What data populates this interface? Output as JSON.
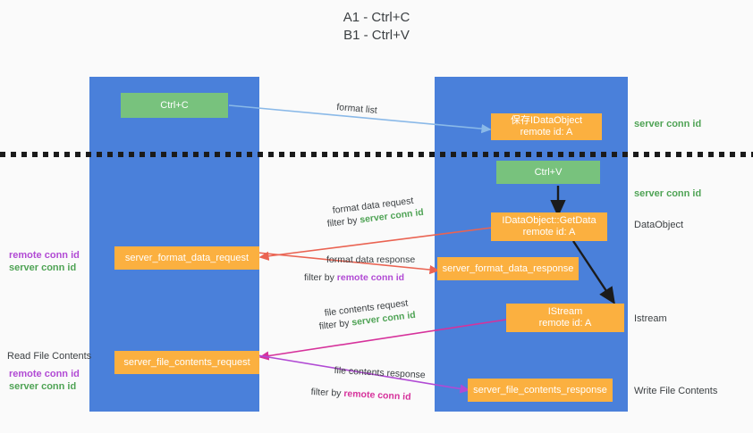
{
  "title": "A1 - Ctrl+C\nB1 - Ctrl+V",
  "columns": [
    {
      "name": "A1",
      "role": "remote"
    },
    {
      "name": "B1",
      "role": "connection"
    }
  ],
  "colors": {
    "lane": "#4a80da",
    "green_box": "#78c27d",
    "orange_box": "#fbb040",
    "server_conn": "#4fa355",
    "remote_conn": "#b14ad4",
    "arrow_blue": "#8ab9e8",
    "arrow_red": "#ea6352",
    "arrow_magenta": "#d6329b",
    "arrow_purple": "#b14ad4",
    "arrow_black": "#1b1b1b",
    "divider": "#1b1b1b"
  },
  "boxes": {
    "ctrl_c": "Ctrl+C",
    "ctrl_v": "Ctrl+V",
    "save_idataobject": "保存IDataObject\nremote id: A",
    "getdata": "IDataObject::GetData\nremote id: A",
    "istream": "IStream\nremote id: A",
    "server_format_data_request": "server_format_data_request",
    "server_format_data_response": "server_format_data_response",
    "server_file_contents_request": "server_file_contents_request",
    "server_file_contents_response": "server_file_contents_response"
  },
  "right_labels": {
    "server_conn_id_top": "server conn id",
    "server_conn_id_mid": "server conn id",
    "dataobject": "DataObject",
    "istream": "Istream",
    "write_file_contents": "Write File Contents"
  },
  "left_labels": {
    "remote_conn_id_1": "remote conn id",
    "server_conn_id_1": "server conn id",
    "read_file_contents": "Read File Contents",
    "remote_conn_id_2": "remote conn id",
    "server_conn_id_2": "server conn id"
  },
  "annotations": {
    "format_list": "format list",
    "format_data_request": "format data request",
    "format_data_request_filter_prefix": "filter by ",
    "format_data_request_filter_value": "server conn id",
    "format_data_response": "format data response",
    "format_data_response_filter_prefix": "filter by ",
    "format_data_response_filter_value": "remote conn id",
    "file_contents_request": "file contents request",
    "file_contents_request_filter_prefix": "filter by ",
    "file_contents_request_filter_value": "server conn id",
    "file_contents_response": "file contents response",
    "file_contents_response_filter_prefix": "filter by ",
    "file_contents_response_filter_value": "remote conn id"
  }
}
